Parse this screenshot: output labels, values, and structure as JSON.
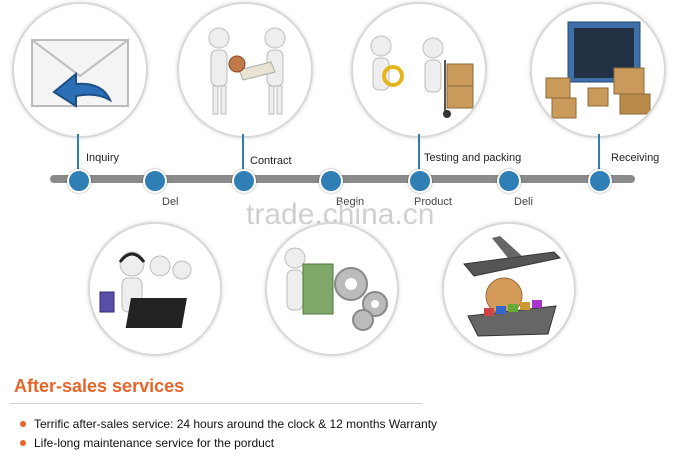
{
  "timeline": {
    "top_stages": [
      {
        "label": "Inquiry",
        "icon": "envelope-reply-icon"
      },
      {
        "label": "Contract",
        "icon": "handshake-contract-icon"
      },
      {
        "label": "Testing and packing",
        "icon": "inspection-packing-icon"
      },
      {
        "label": "Receiving",
        "icon": "container-boxes-icon"
      }
    ],
    "bottom_stages": [
      {
        "label": "Del",
        "icon": "customer-service-headset-icon"
      },
      {
        "label": "Begin",
        "icon": "money-gears-icon"
      },
      {
        "label": "Product",
        "icon": "globe-airplane-ship-icon"
      },
      {
        "label": "Deli",
        "icon": "truncated-label"
      }
    ]
  },
  "watermark": "trade.china.cn",
  "after_sales": {
    "title": "After-sales services",
    "items": [
      "Terrific after-sales service: 24 hours around the clock & 12 months Warranty",
      "Life-long maintenance service for the porduct"
    ]
  },
  "colors": {
    "accent": "#e8652a",
    "timeline_dot": "#2f7fb4",
    "timeline_bar": "#8a8a8a"
  }
}
